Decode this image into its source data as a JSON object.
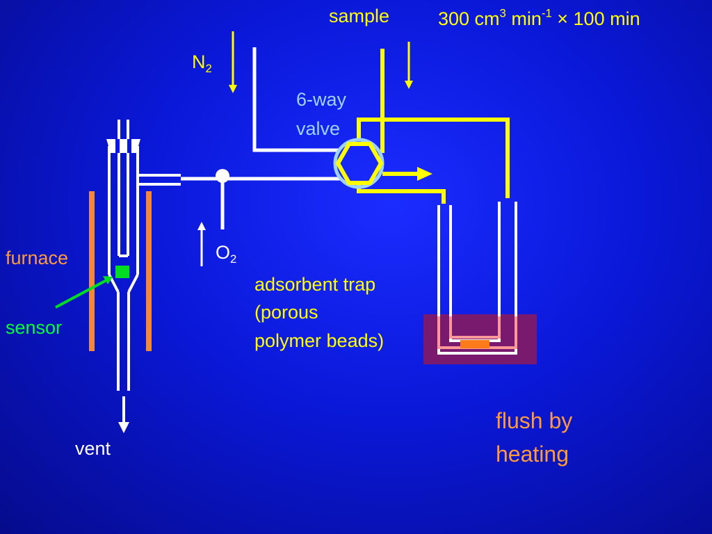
{
  "labels": {
    "sample": "sample",
    "flow_rate": {
      "prefix": "300 cm",
      "cm_exp": "3",
      "min": " min",
      "min_exp": "-1",
      "times": " × 100 min"
    },
    "n2": {
      "base": "N",
      "sub": "2"
    },
    "valve": {
      "line1": "6-way",
      "line2": "valve"
    },
    "o2": {
      "base": "O",
      "sub": "2"
    },
    "furnace": "furnace",
    "sensor": "sensor",
    "vent": "vent",
    "trap": {
      "line1": "adsorbent trap",
      "line2": "(porous",
      "line3": "polymer beads)"
    },
    "flush": {
      "line1": "flush by",
      "line2": "heating"
    }
  },
  "colors": {
    "sample_line": "#ffff00",
    "gas_line": "#ffffff",
    "furnace": "#f08a3a",
    "sensor": "#00dd22",
    "valve_ring": "#9fd3ff",
    "heater_block": "#7a1a6e",
    "trap_inner": "#ff9999",
    "trap_beads": "#ff7a1a"
  }
}
